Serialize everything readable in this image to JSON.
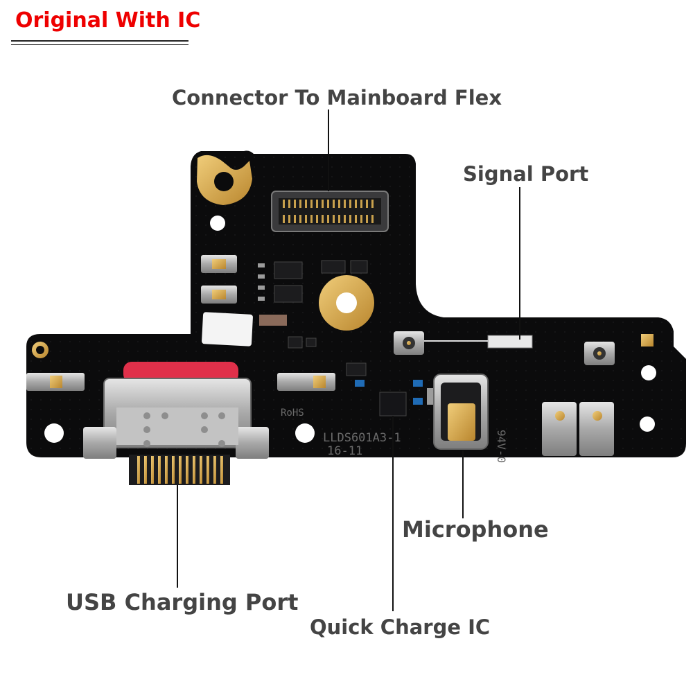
{
  "badge": {
    "text": "Original With IC",
    "color": "#ee0000"
  },
  "labels": {
    "connector": "Connector To Mainboard Flex",
    "signal_port": "Signal Port",
    "microphone": "Microphone",
    "usb_port": "USB Charging Port",
    "quick_charge_ic": "Quick Charge IC"
  },
  "board_print": {
    "rohs": "RoHS",
    "part_code": "LLDS601A3-1",
    "date_code": "16-11",
    "rating": "94V-0"
  },
  "colors": {
    "pcb": "#0b0b0c",
    "gold": "#d7a84a",
    "label_text": "#444444",
    "usb_plug": "#e0304a",
    "metal": "#b8b8b8"
  }
}
